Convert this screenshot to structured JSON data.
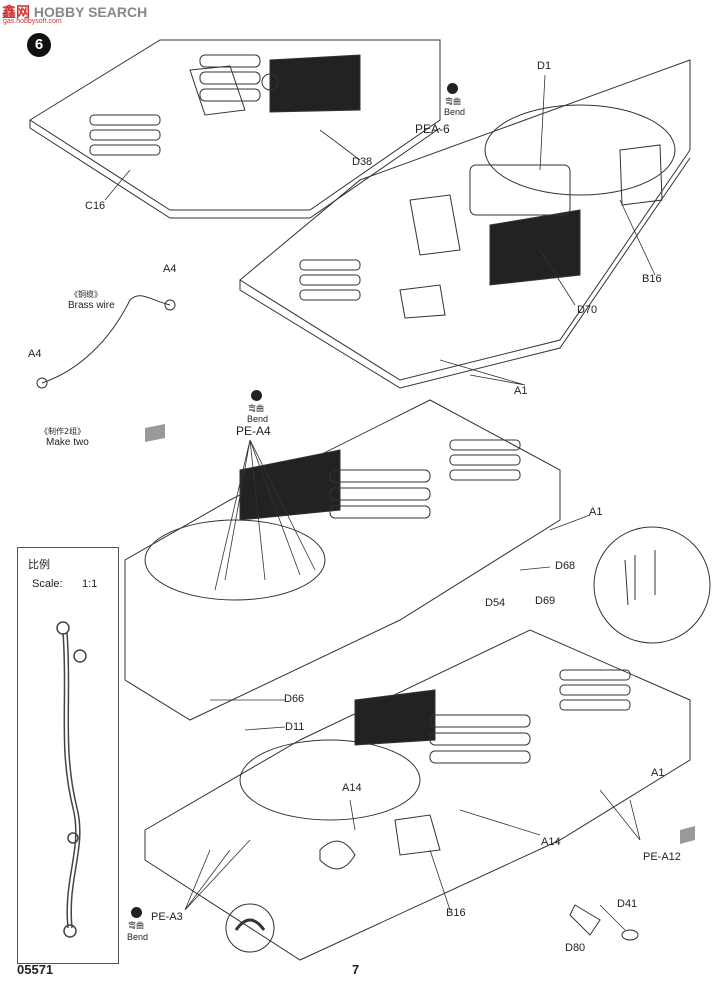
{
  "watermark": {
    "brand_a": "鑫",
    "brand_b": "网",
    "brand_c": "HOBBY SEARCH",
    "site": "gas.hobbysoft.com"
  },
  "step_number": "6",
  "labels": {
    "c16": "C16",
    "d38": "D38",
    "d1": "D1",
    "pea6": "PEA-6",
    "b16_top": "B16",
    "d70": "D70",
    "a1_top": "A1",
    "a4_top": "A4",
    "a4_bottom": "A4",
    "pea4": "PE-A4",
    "a1_mid": "A1",
    "d68": "D68",
    "d54": "D54",
    "d69": "D69",
    "d66": "D66",
    "d11": "D11",
    "a14_left": "A14",
    "a14_right": "A14",
    "a1_low": "A1",
    "pea12": "PE-A12",
    "b16_bottom": "B16",
    "pea3": "PE-A3",
    "d41": "D41",
    "d80": "D80"
  },
  "bend_notes": [
    {
      "cn": "弯曲",
      "en": "Bend"
    },
    {
      "cn": "弯曲",
      "en": "Bend"
    },
    {
      "cn": "弯曲",
      "en": "Bend"
    }
  ],
  "brass_wire": {
    "cn": "《铜缆》",
    "en": "Brass wire"
  },
  "make_two": {
    "cn": "《制作2组》",
    "en": "Make two"
  },
  "scale": {
    "cn": "比例",
    "en": "Scale:",
    "value": "1:1"
  },
  "footer": {
    "code": "05571",
    "page": "7"
  }
}
